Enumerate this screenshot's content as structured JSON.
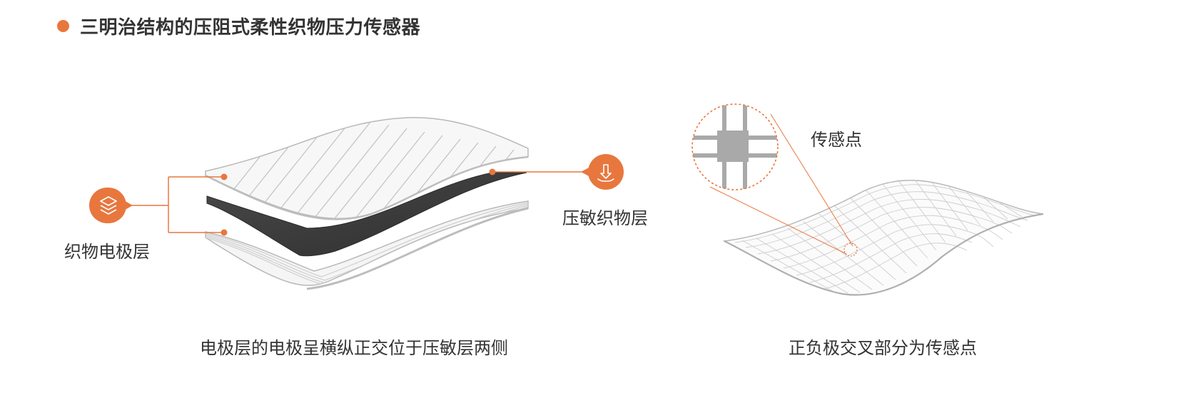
{
  "header": {
    "title": "三明治结构的压阻式柔性织物压力传感器",
    "accent_color": "#e8773e"
  },
  "left_diagram": {
    "label_electrode": "织物电极层",
    "label_pressure": "压敏织物层",
    "caption": "电极层的电极呈横纵正交位于压敏层两侧",
    "icon_electrode": "layers-icon",
    "icon_pressure": "press-down-icon"
  },
  "right_diagram": {
    "label_sensor": "传感点",
    "caption": "正负极交叉部分为传感点",
    "icon_sensor": "grid-intersection-icon"
  }
}
